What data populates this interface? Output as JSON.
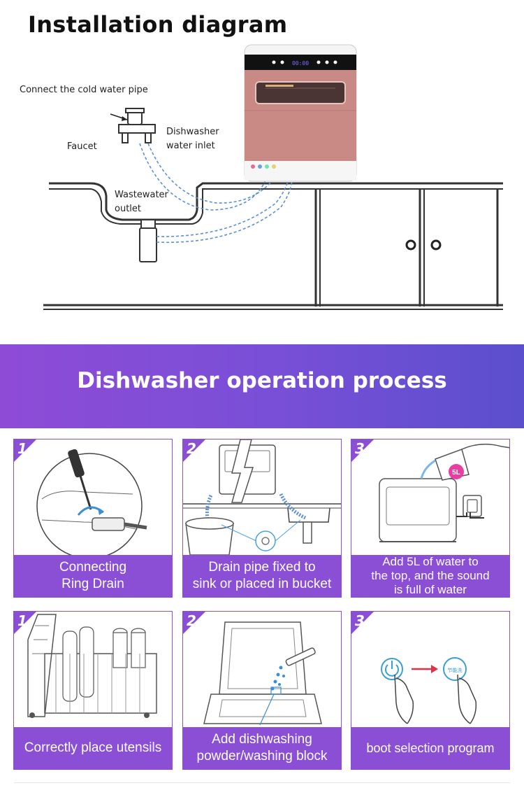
{
  "installation": {
    "title": "Installation diagram",
    "labels": {
      "cold_pipe": "Connect the cold water pipe",
      "faucet": "Faucet",
      "inlet_line1": "Dishwasher",
      "inlet_line2": "water inlet",
      "outlet_line1": "Wastewater",
      "outlet_line2": "outlet"
    },
    "display_value": "00:00"
  },
  "process": {
    "title": "Dishwasher operation process",
    "row1": [
      {
        "num": "1",
        "caption_lines": [
          "Connecting",
          "Ring Drain"
        ],
        "badge": ""
      },
      {
        "num": "2",
        "caption_lines": [
          "Drain pipe fixed to",
          "sink or placed in bucket"
        ],
        "badge": ""
      },
      {
        "num": "3",
        "caption_lines": [
          "Add 5L of water to",
          "the top, and the sound",
          "is full of water"
        ],
        "badge": "5L"
      }
    ],
    "row2": [
      {
        "num": "1",
        "caption_lines": [
          "Correctly place utensils"
        ],
        "badge": ""
      },
      {
        "num": "2",
        "caption_lines": [
          "Add dishwashing",
          "powder/washing block"
        ],
        "badge": ""
      },
      {
        "num": "3",
        "caption_lines": [
          "boot selection program"
        ],
        "badge": "节能洗"
      }
    ]
  },
  "colors": {
    "purple": "#8b4fd6",
    "dishwasher_body": "#c98a85",
    "badge_pink": "#e83ea0",
    "arrow_red": "#e0304a",
    "hose_blue": "#5a8fd6"
  }
}
